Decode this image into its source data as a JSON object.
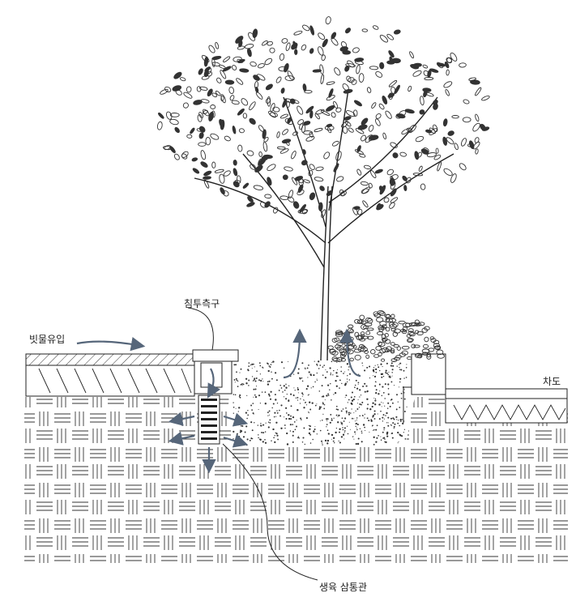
{
  "labels": {
    "rainwater_inflow": "빗물유입",
    "infiltration_trench": "침투측구",
    "roadway": "차도",
    "growth_perforated_pipe": "생육 삼통관"
  },
  "colors": {
    "arrow": "#56667a",
    "line": "#222222",
    "leaf": "#333333"
  }
}
